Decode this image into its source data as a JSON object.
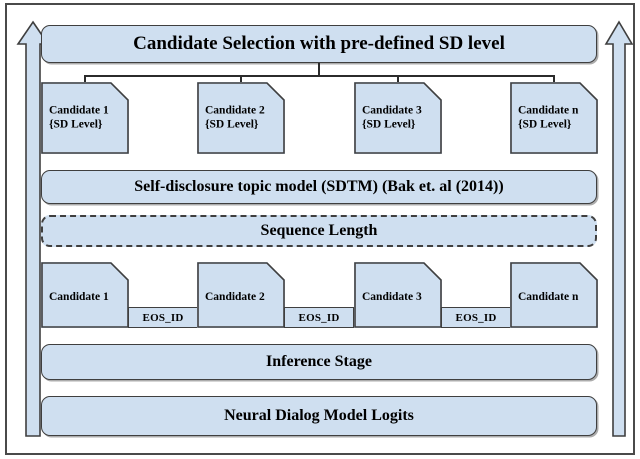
{
  "diagram": {
    "title": "Candidate Selection with pre-defined SD level",
    "fill_color": "#cfdff0",
    "stroke_color": "#3f3f3f",
    "frame_color": "#4a4a4a",
    "stages": {
      "candidate_selection": "Candidate Selection with pre-defined SD level",
      "sdtm": "Self-disclosure topic model (SDTM) (Bak et. al (2014))",
      "sequence_length": "Sequence Length",
      "inference_stage": "Inference Stage",
      "logits": "Neural Dialog Model Logits"
    },
    "sd_candidates": [
      {
        "name": "Candidate 1",
        "sd": "{SD Level}",
        "text": "Candidate 1\n{SD Level}"
      },
      {
        "name": "Candidate 2",
        "sd": "{SD Level}",
        "text": "Candidate 2\n{SD Level}"
      },
      {
        "name": "Candidate 3",
        "sd": "{SD Level}",
        "text": "Candidate 3\n{SD Level}"
      },
      {
        "name": "Candidate n",
        "sd": "{SD Level}",
        "text": "Candidate n\n{SD Level}"
      }
    ],
    "sequence_candidates": [
      {
        "name": "Candidate 1"
      },
      {
        "name": "Candidate 2"
      },
      {
        "name": "Candidate 3"
      },
      {
        "name": "Candidate n"
      }
    ],
    "separators": [
      {
        "label": "EOS_ID"
      },
      {
        "label": "EOS_ID"
      },
      {
        "label": "EOS_ID"
      }
    ],
    "arrows": {
      "left": "up-arrow",
      "right": "up-arrow"
    }
  }
}
